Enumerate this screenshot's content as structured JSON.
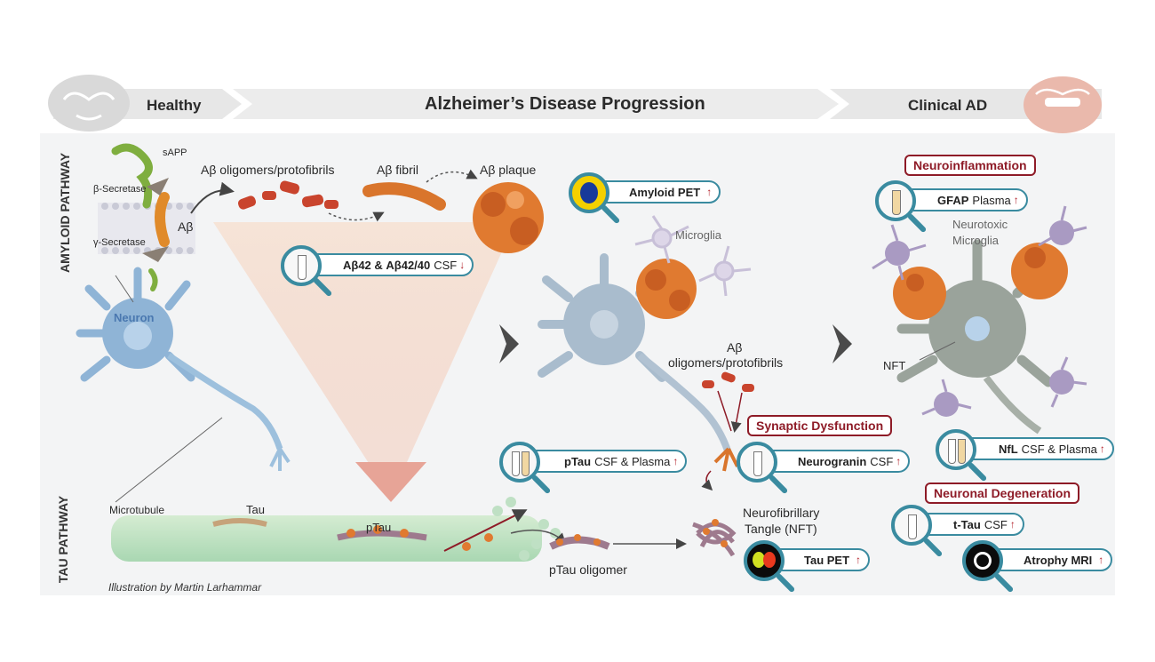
{
  "banner": {
    "left": "Healthy",
    "center": "Alzheimer’s Disease Progression",
    "right": "Clinical AD"
  },
  "pathways": {
    "amyloid": "AMYLOID PATHWAY",
    "tau": "TAU PATHWAY"
  },
  "amyloid_labels": {
    "sapp": "sAPP",
    "beta_secretase": "β-Secretase",
    "gamma_secretase": "γ-Secretase",
    "abeta": "Aβ",
    "oligomers": "Aβ oligomers/protofibrils",
    "fibril": "Aβ fibril",
    "plaque": "Aβ plaque",
    "neuron": "Neuron",
    "microglia": "Microglia",
    "mid_oligomers_1": "Aβ",
    "mid_oligomers_2": "oligomers/protofibrils",
    "neurotoxic_1": "Neurotoxic",
    "neurotoxic_2": "Microglia",
    "nft_short": "NFT"
  },
  "tau_labels": {
    "microtubule": "Microtubule",
    "tau": "Tau",
    "ptau": "pTau",
    "ptau_oligomer": "pTau oligomer",
    "nft_1": "Neurofibrillary",
    "nft_2": "Tangle (NFT)"
  },
  "biomarkers": {
    "amyloid_pet": {
      "bold": "Amyloid PET",
      "rest": ""
    },
    "csf_abeta": {
      "bold": "Aβ42 & Aβ42/40",
      "rest": "CSF"
    },
    "ptau": {
      "bold": "pTau",
      "rest": "CSF & Plasma"
    },
    "neurogranin": {
      "bold": "Neurogranin",
      "rest": "CSF"
    },
    "tau_pet": {
      "bold": "Tau PET",
      "rest": ""
    },
    "gfap": {
      "bold": "GFAP",
      "rest": "Plasma"
    },
    "nfl": {
      "bold": "NfL",
      "rest": "CSF & Plasma"
    },
    "ttau": {
      "bold": "t-Tau",
      "rest": "CSF"
    },
    "atrophy": {
      "bold": "Atrophy MRI",
      "rest": ""
    }
  },
  "categories": {
    "neuroinflammation": "Neuroinflammation",
    "synaptic": "Synaptic Dysfunction",
    "neuronal": "Neuronal Degeneration"
  },
  "credit": "Illustration by Martin Larhammar",
  "colors": {
    "teal": "#3a8ba0",
    "red": "#8e1b27",
    "neuron_blue": "#8fb4d6",
    "amyloid_orange": "#d9752c",
    "microglia_purple": "#a99ac2"
  }
}
